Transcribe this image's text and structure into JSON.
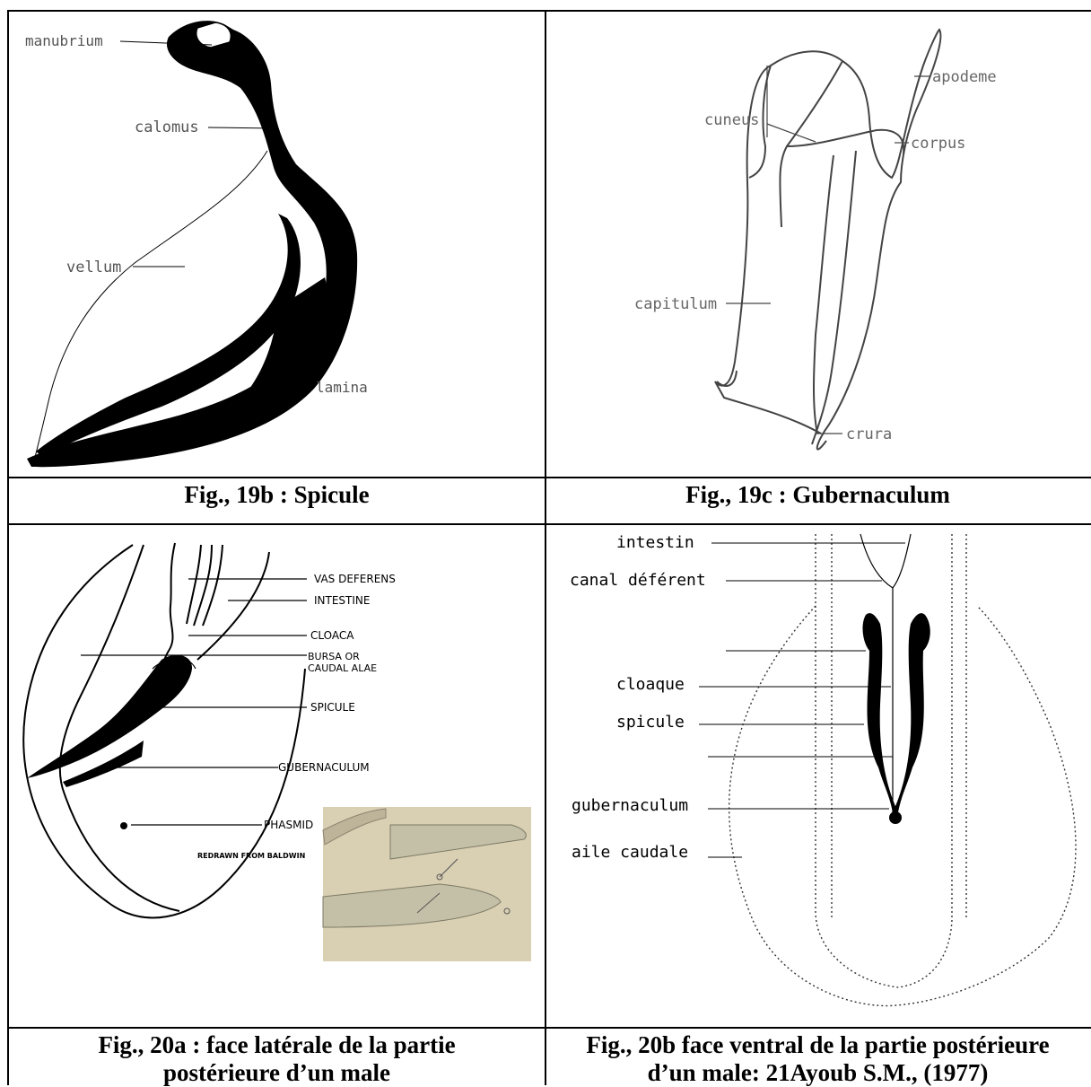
{
  "fig19b": {
    "caption": "Fig., 19b : Spicule",
    "labels": {
      "manubrium": "manubrium",
      "calomus": "calomus",
      "vellum": "vellum",
      "lamina": "lamina"
    }
  },
  "fig19c": {
    "caption": "Fig., 19c : Gubernaculum",
    "labels": {
      "apodeme": "apodeme",
      "cuneus": "cuneus",
      "corpus": "corpus",
      "capitulum": "capitulum",
      "crura": "crura"
    }
  },
  "fig20a": {
    "caption_line1": "Fig., 20a : face latérale de la partie",
    "caption_line2": "postérieure d’un male",
    "labels": {
      "vas_deferens": "VAS DEFERENS",
      "intestine": "INTESTINE",
      "cloaca": "CLOACA",
      "bursa_line1": "BURSA OR",
      "bursa_line2": "CAUDAL ALAE",
      "spicule": "SPICULE",
      "gubernaculum": "GUBERNACULUM",
      "phasmid": "PHASMID",
      "redrawn": "REDRAWN FROM BALDWIN"
    }
  },
  "fig20b": {
    "caption_line1": "Fig., 20b face ventral de la partie postérieure",
    "caption_line2": "d’un male: 21Ayoub S.M., (1977)",
    "labels": {
      "intestin": "intestin",
      "canal_deferent": "canal déférent",
      "cloaque": "cloaque",
      "spicule": "spicule",
      "gubernaculum": "gubernaculum",
      "aile_caudale": "aile caudale"
    }
  }
}
